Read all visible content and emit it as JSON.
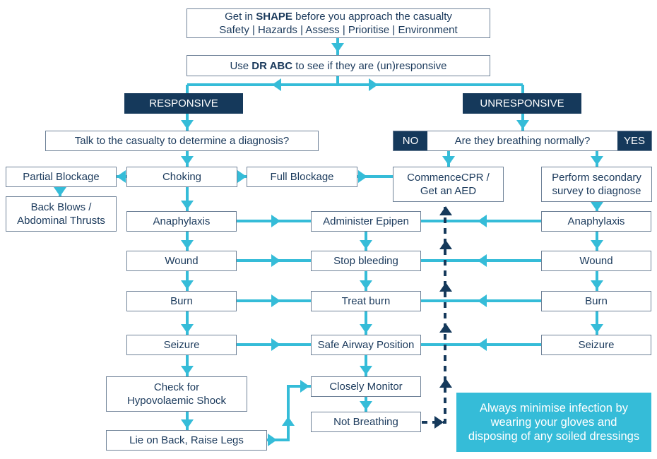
{
  "colors": {
    "flow": "#35bcd8",
    "dark": "#15395b",
    "border": "#6f8298",
    "text": "#1b3a5c"
  },
  "shape": {
    "line1_pre": "Get in ",
    "line1_bold": "SHAPE",
    "line1_post": " before you approach the casualty",
    "line2": "Safety | Hazards | Assess | Prioritise | Environment"
  },
  "drabc": {
    "pre": "Use ",
    "bold": "DR ABC",
    "post": " to see if they are (un)responsive"
  },
  "responsive": "RESPONSIVE",
  "unresponsive": "UNRESPONSIVE",
  "talk": "Talk to the casualty to determine a diagnosis?",
  "breathing": {
    "no": "NO",
    "question": "Are they breathing normally?",
    "yes": "YES"
  },
  "left": {
    "partial": "Partial Blockage",
    "back_blows": [
      "Back Blows /",
      "Abdominal Thrusts"
    ],
    "choking": "Choking",
    "full": "Full Blockage",
    "anaphylaxis": "Anaphylaxis",
    "wound": "Wound",
    "burn": "Burn",
    "seizure": "Seizure",
    "shock": [
      "Check for",
      "Hypovolaemic Shock"
    ],
    "legs": "Lie on Back, Raise Legs"
  },
  "middle": {
    "cpr": [
      "CommenceCPR /",
      "Get an AED"
    ],
    "epipen": "Administer Epipen",
    "bleeding": "Stop bleeding",
    "treat_burn": "Treat burn",
    "airway": "Safe Airway Position",
    "monitor": "Closely Monitor",
    "not_breathing": "Not Breathing"
  },
  "right": {
    "secondary": [
      "Perform secondary",
      "survey to diagnose"
    ],
    "anaphylaxis": "Anaphylaxis",
    "wound": "Wound",
    "burn": "Burn",
    "seizure": "Seizure"
  },
  "note": [
    "Always minimise infection by",
    "wearing your gloves and",
    "disposing of any soiled dressings"
  ]
}
